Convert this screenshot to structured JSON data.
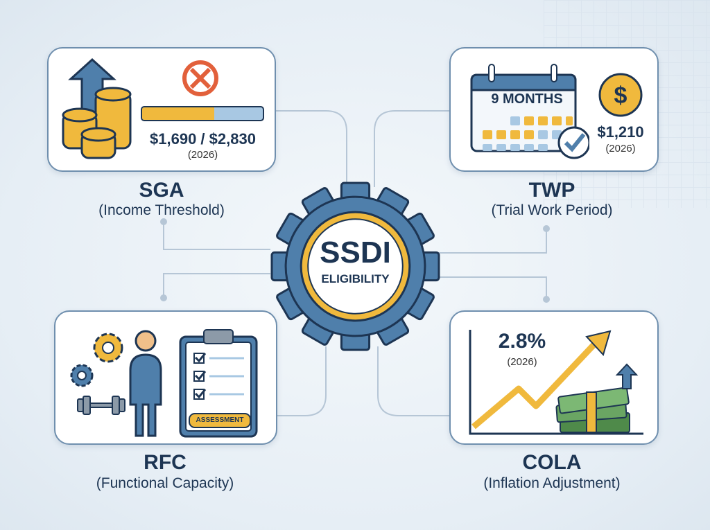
{
  "center": {
    "title": "SSDI",
    "subtitle": "ELIGIBILITY"
  },
  "sga": {
    "title": "SGA",
    "subtitle": "(Income Threshold)",
    "amount": "$1,690 / $2,830",
    "year": "(2026)",
    "progress": 0.6
  },
  "twp": {
    "title": "TWP",
    "subtitle": "(Trial Work Period)",
    "calendar_label": "9 MONTHS",
    "amount": "$1,210",
    "year": "(2026)"
  },
  "rfc": {
    "title": "RFC",
    "subtitle": "(Functional Capacity)",
    "badge": "ASSESSMENT"
  },
  "cola": {
    "title": "COLA",
    "subtitle": "(Inflation Adjustment)",
    "amount": "2.8%",
    "year": "(2026)"
  },
  "colors": {
    "navy": "#1d3553",
    "blue": "#4f7fab",
    "gold": "#f0b93d",
    "red": "#e2603b",
    "green": "#4f8a4a"
  }
}
